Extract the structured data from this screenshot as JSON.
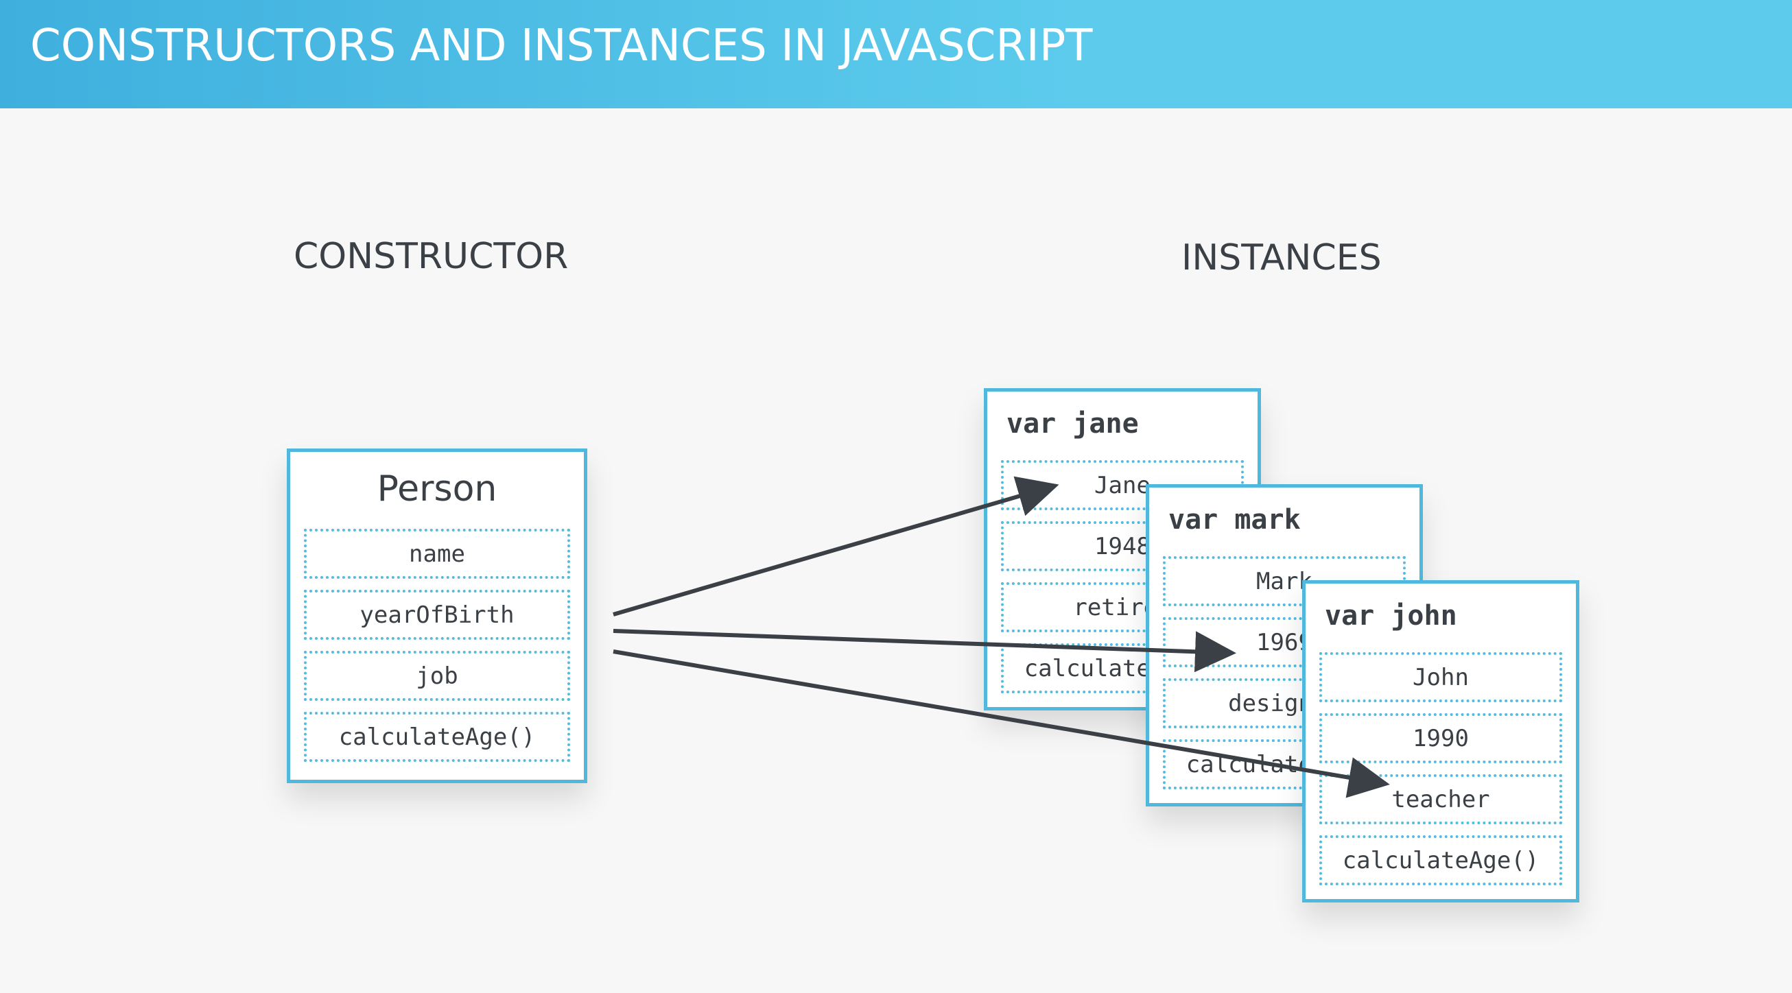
{
  "header": {
    "title": "CONSTRUCTORS AND INSTANCES IN JAVASCRIPT"
  },
  "sections": {
    "constructor_label": "CONSTRUCTOR",
    "instances_label": "INSTANCES"
  },
  "constructor": {
    "title": "Person",
    "fields": [
      "name",
      "yearOfBirth",
      "job",
      "calculateAge()"
    ]
  },
  "instances": [
    {
      "title": "var jane",
      "fields": [
        "Jane",
        "1948",
        "retired",
        "calculateAge()"
      ]
    },
    {
      "title": "var mark",
      "fields": [
        "Mark",
        "1969",
        "designer",
        "calculateAge()"
      ]
    },
    {
      "title": "var john",
      "fields": [
        "John",
        "1990",
        "teacher",
        "calculateAge()"
      ]
    }
  ],
  "colors": {
    "header_bg": "#4fc0e8",
    "card_border": "#4fb8dc",
    "field_border": "#55bcdf",
    "text": "#3a4045",
    "arrow": "#3a4045"
  }
}
